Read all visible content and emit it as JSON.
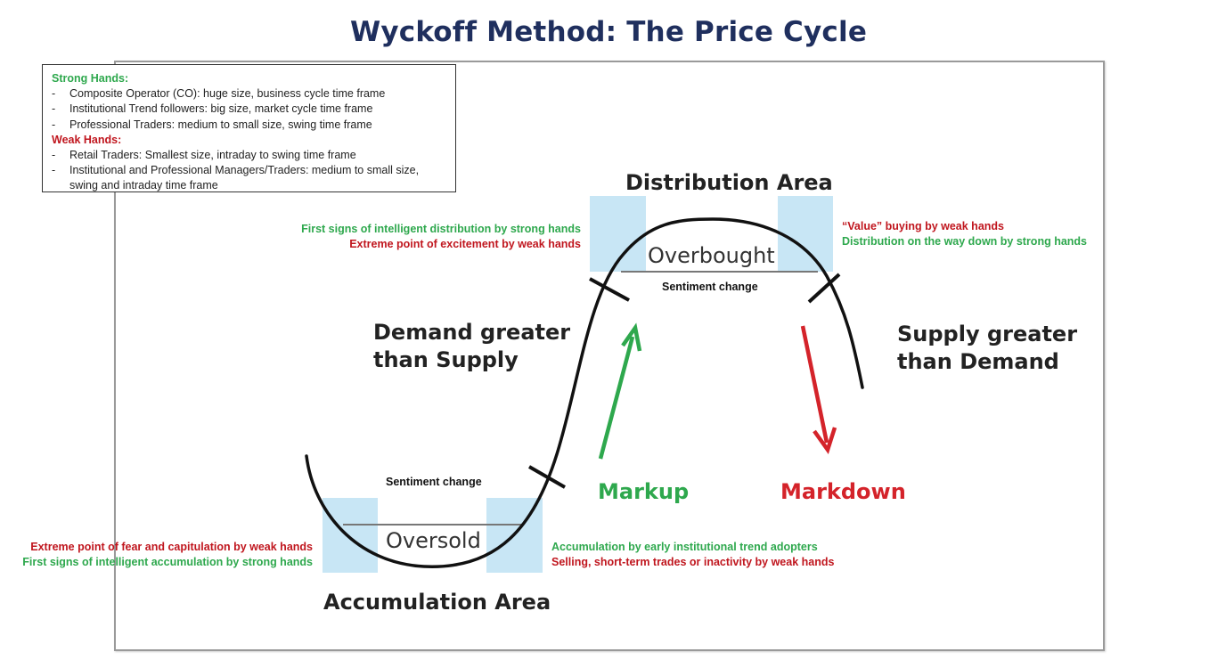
{
  "title": "Wyckoff Method: The Price Cycle",
  "legend": {
    "strong_heading": "Strong Hands:",
    "strong_items": [
      "Composite Operator (CO):  huge size, business cycle time frame",
      "Institutional Trend followers: big size, market cycle time frame",
      "Professional Traders: medium to small size, swing time frame"
    ],
    "weak_heading": "Weak Hands:",
    "weak_items": [
      "Retail Traders: Smallest size, intraday to swing time frame",
      "Institutional and Professional Managers/Traders: medium to small size, swing and intraday time frame"
    ],
    "bullet": "-"
  },
  "areas": {
    "distribution": "Distribution Area",
    "accumulation": "Accumulation Area",
    "overbought": "Overbought",
    "oversold": "Oversold"
  },
  "sentiment": {
    "top": "Sentiment change",
    "bottom": "Sentiment change"
  },
  "forces": {
    "demand_line1": "Demand greater",
    "demand_line2": "than Supply",
    "supply_line1": "Supply greater",
    "supply_line2": "than Demand"
  },
  "moves": {
    "markup": "Markup",
    "markdown": "Markdown"
  },
  "notes": {
    "top_left_1": "First signs of intelligent distribution by strong hands",
    "top_left_2": "Extreme point of excitement by weak hands",
    "top_right_1": "“Value” buying by weak hands",
    "top_right_2": "Distribution on the way down by strong hands",
    "bottom_left_1": "Extreme point of fear and capitulation by weak hands",
    "bottom_left_2": "First signs of intelligent accumulation by strong hands",
    "bottom_right_1": "Accumulation by early institutional trend adopters",
    "bottom_right_2": "Selling, short-term trades or inactivity by weak hands"
  },
  "colors": {
    "title": "#1f2f5e",
    "strong": "#2ea84d",
    "weak": "#c0161e",
    "highlight": "#c8e6f5"
  }
}
